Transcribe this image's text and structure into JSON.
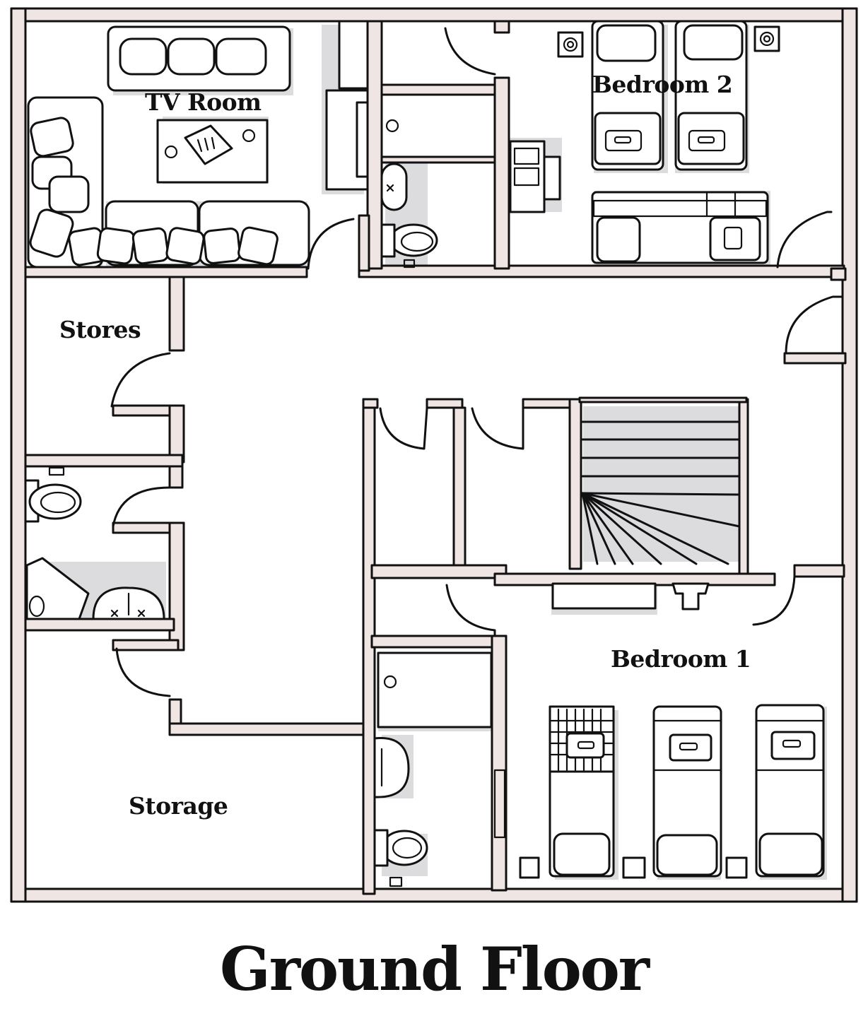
{
  "title": "Ground Floor",
  "rooms": {
    "tv_room": "TV Room",
    "bedroom_2": "Bedroom 2",
    "stores": "Stores",
    "bedroom_1": "Bedroom 1",
    "storage": "Storage"
  },
  "colors": {
    "wall_fill": "#efe5e2",
    "line": "#111111",
    "shadow": "#dcdcdf"
  }
}
